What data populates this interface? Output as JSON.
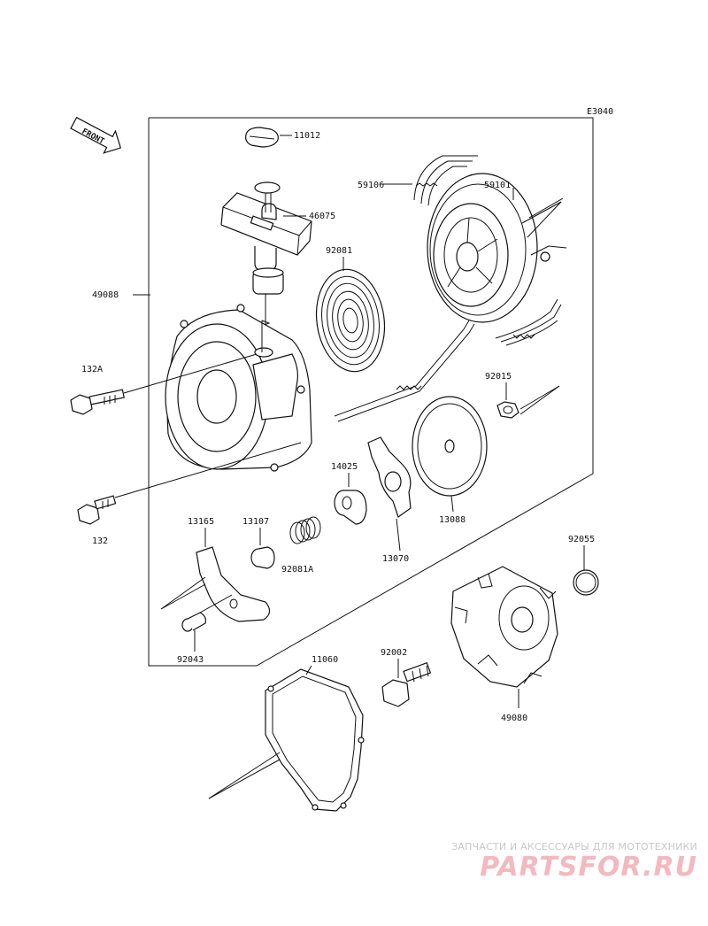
{
  "diagram": {
    "code": "E3040",
    "front_label": "FRONT",
    "parts": {
      "p11012": "11012",
      "p46075": "46075",
      "p59106": "59106",
      "p59101": "59101",
      "p92081": "92081",
      "p49088": "49088",
      "p132A": "132A",
      "p92015": "92015",
      "p14025": "14025",
      "p13088": "13088",
      "p132": "132",
      "p13165": "13165",
      "p13107": "13107",
      "p92081A": "92081A",
      "p13070": "13070",
      "p92055": "92055",
      "p92043": "92043",
      "p11060": "11060",
      "p92002": "92002",
      "p49080": "49080"
    }
  },
  "watermark": {
    "tagline": "ЗАПЧАСТИ И АКСЕССУАРЫ ДЛЯ МОТОТЕХНИКИ",
    "brand": "PARTSFOR.RU",
    "color": "#f3b9bf"
  }
}
